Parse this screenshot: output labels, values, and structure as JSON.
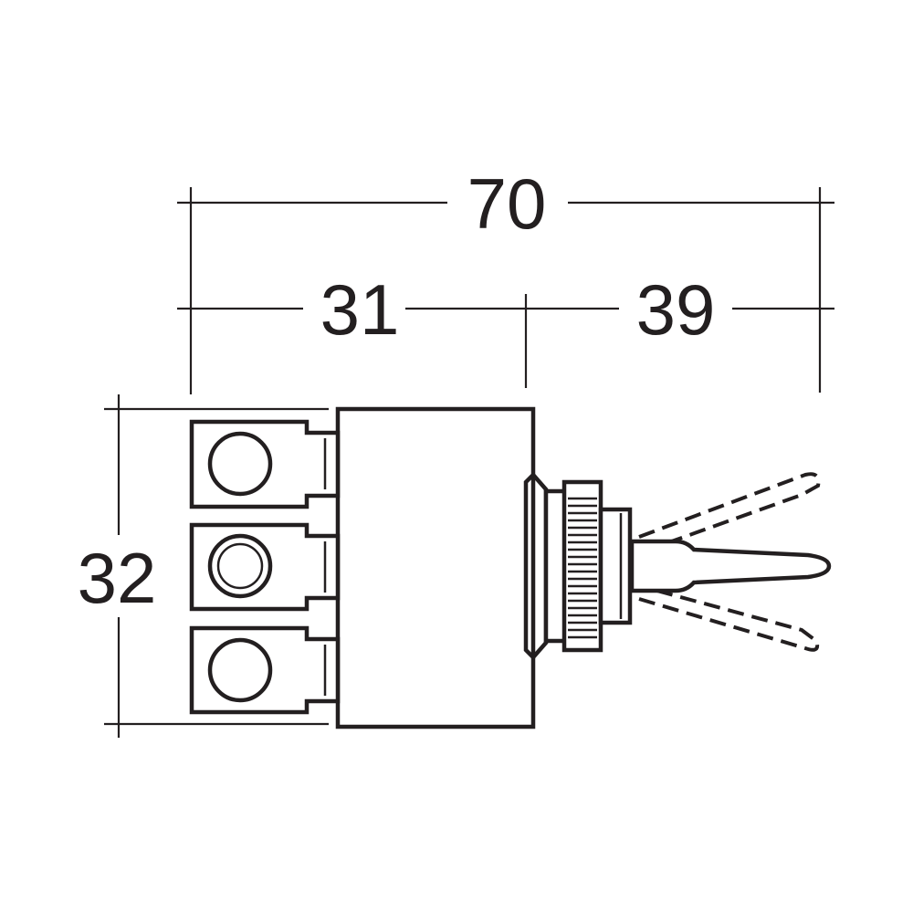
{
  "dimensions": {
    "overall_length": "70",
    "body_length": "31",
    "toggle_length": "39",
    "height": "32"
  },
  "colors": {
    "line": "#231f20",
    "background": "#ffffff"
  }
}
